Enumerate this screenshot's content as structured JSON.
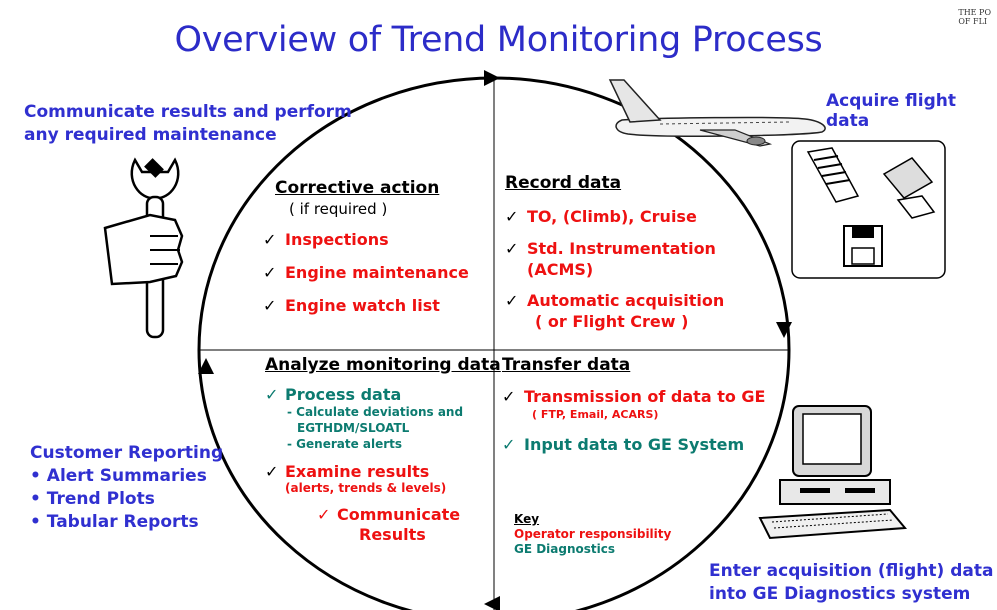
{
  "title": "Overview of Trend Monitoring Process",
  "corner_mark": [
    "THE PO",
    "OF FLI"
  ],
  "corner_labels": {
    "top_left": [
      "Communicate results and perform",
      "any required maintenance"
    ],
    "top_right": "Acquire flight data",
    "bottom_left": {
      "heading": "Customer Reporting",
      "items": [
        "• Alert Summaries",
        "• Trend Plots",
        "• Tabular Reports"
      ]
    },
    "bottom_right": [
      "Enter acquisition (flight)  data",
      "into GE Diagnostics system"
    ]
  },
  "quadrants": {
    "corrective_action": {
      "heading": "Corrective action",
      "subheading": "( if required )",
      "items": [
        "Inspections",
        "Engine maintenance",
        "Engine watch list"
      ]
    },
    "record_data": {
      "heading": "Record data",
      "items": [
        [
          "TO, (Climb), Cruise"
        ],
        [
          "Std. Instrumentation",
          "(ACMS)"
        ],
        [
          "Automatic acquisition",
          "( or Flight Crew )"
        ]
      ]
    },
    "analyze": {
      "heading": "Analyze monitoring data",
      "process": "Process data",
      "sub_items": [
        "- Calculate deviations and",
        "EGTHDM/SLOATL",
        "- Generate alerts"
      ],
      "examine": "Examine results",
      "examine_sub": "(alerts, trends & levels)",
      "communicate": [
        "Communicate",
        "Results"
      ]
    },
    "transfer": {
      "heading": "Transfer data",
      "transmission": "Transmission of data to GE",
      "transmission_sub": "( FTP, Email, ACARS)",
      "input": "Input data to GE System"
    }
  },
  "key": {
    "heading": "Key",
    "operator": "Operator responsibility",
    "ge": "GE Diagnostics"
  },
  "check_glyph": "✓",
  "colors": {
    "title": "#2c2cc8",
    "blue_labels": "#3030d0",
    "operator_red": "#ee1111",
    "ge_teal": "#0c7b70"
  }
}
